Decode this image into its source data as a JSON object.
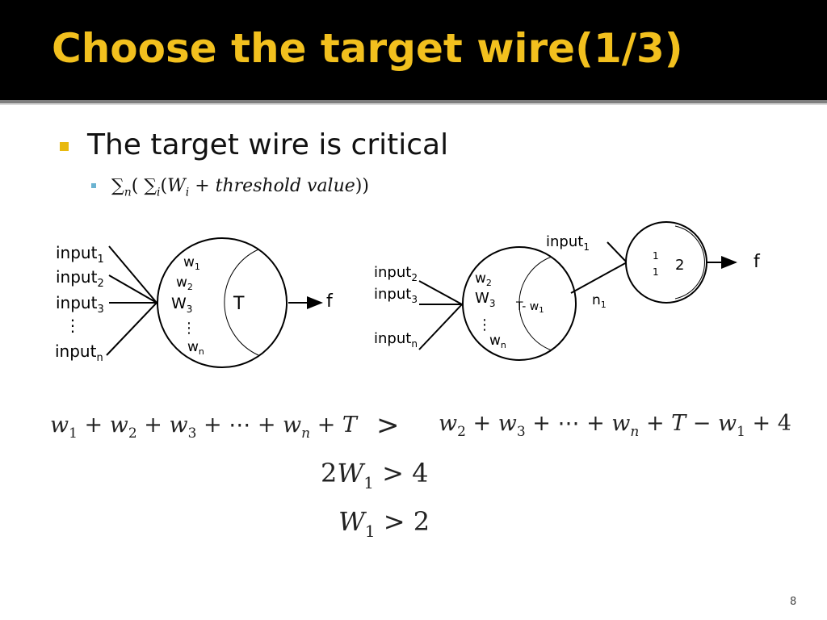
{
  "slide": {
    "title": "Choose the target wire(1/3)",
    "bullet1": "The target wire is critical",
    "formula": {
      "sum": "∑",
      "n": "n",
      "open1": "( ",
      "i": "i",
      "open2": "(",
      "W": "W",
      "plus": " + threshold value",
      "close": "))"
    },
    "page_number": "8"
  },
  "diagram_left": {
    "inputs": [
      "input",
      "input",
      "input",
      "input"
    ],
    "input_subs": [
      "1",
      "2",
      "3",
      "n"
    ],
    "vdots": "⋮",
    "weights": [
      "w",
      "w",
      "W",
      "w"
    ],
    "weight_subs": [
      "1",
      "2",
      "3",
      "n"
    ],
    "threshold": "T",
    "output": "f"
  },
  "diagram_right": {
    "inputs": [
      "input",
      "input",
      "input"
    ],
    "input_subs": [
      "2",
      "3",
      "n"
    ],
    "vdots": "⋮",
    "weights": [
      "w",
      "W",
      "w"
    ],
    "weight_subs": [
      "2",
      "3",
      "n"
    ],
    "threshold": "T- w",
    "threshold_sub": "1",
    "node_label": "n",
    "node_sub": "1",
    "top_input": "input",
    "top_input_sub": "1",
    "small_weights": [
      "1",
      "1"
    ],
    "small_threshold": "2",
    "output": "f"
  },
  "equations": {
    "left_side": [
      "w",
      "1",
      " + ",
      "w",
      "2",
      " + ",
      "w",
      "3",
      " + ⋯ + ",
      "w",
      "n",
      " + ",
      "T"
    ],
    "gt": ">",
    "right_side": [
      "w",
      "2",
      " + ",
      "w",
      "3",
      " + ⋯ + ",
      "w",
      "n",
      " + ",
      "T",
      " − ",
      "w",
      "1",
      " + 4"
    ],
    "line2": [
      "2",
      "W",
      "1",
      " > 4"
    ],
    "line3": [
      "W",
      "1",
      " > 2"
    ]
  }
}
